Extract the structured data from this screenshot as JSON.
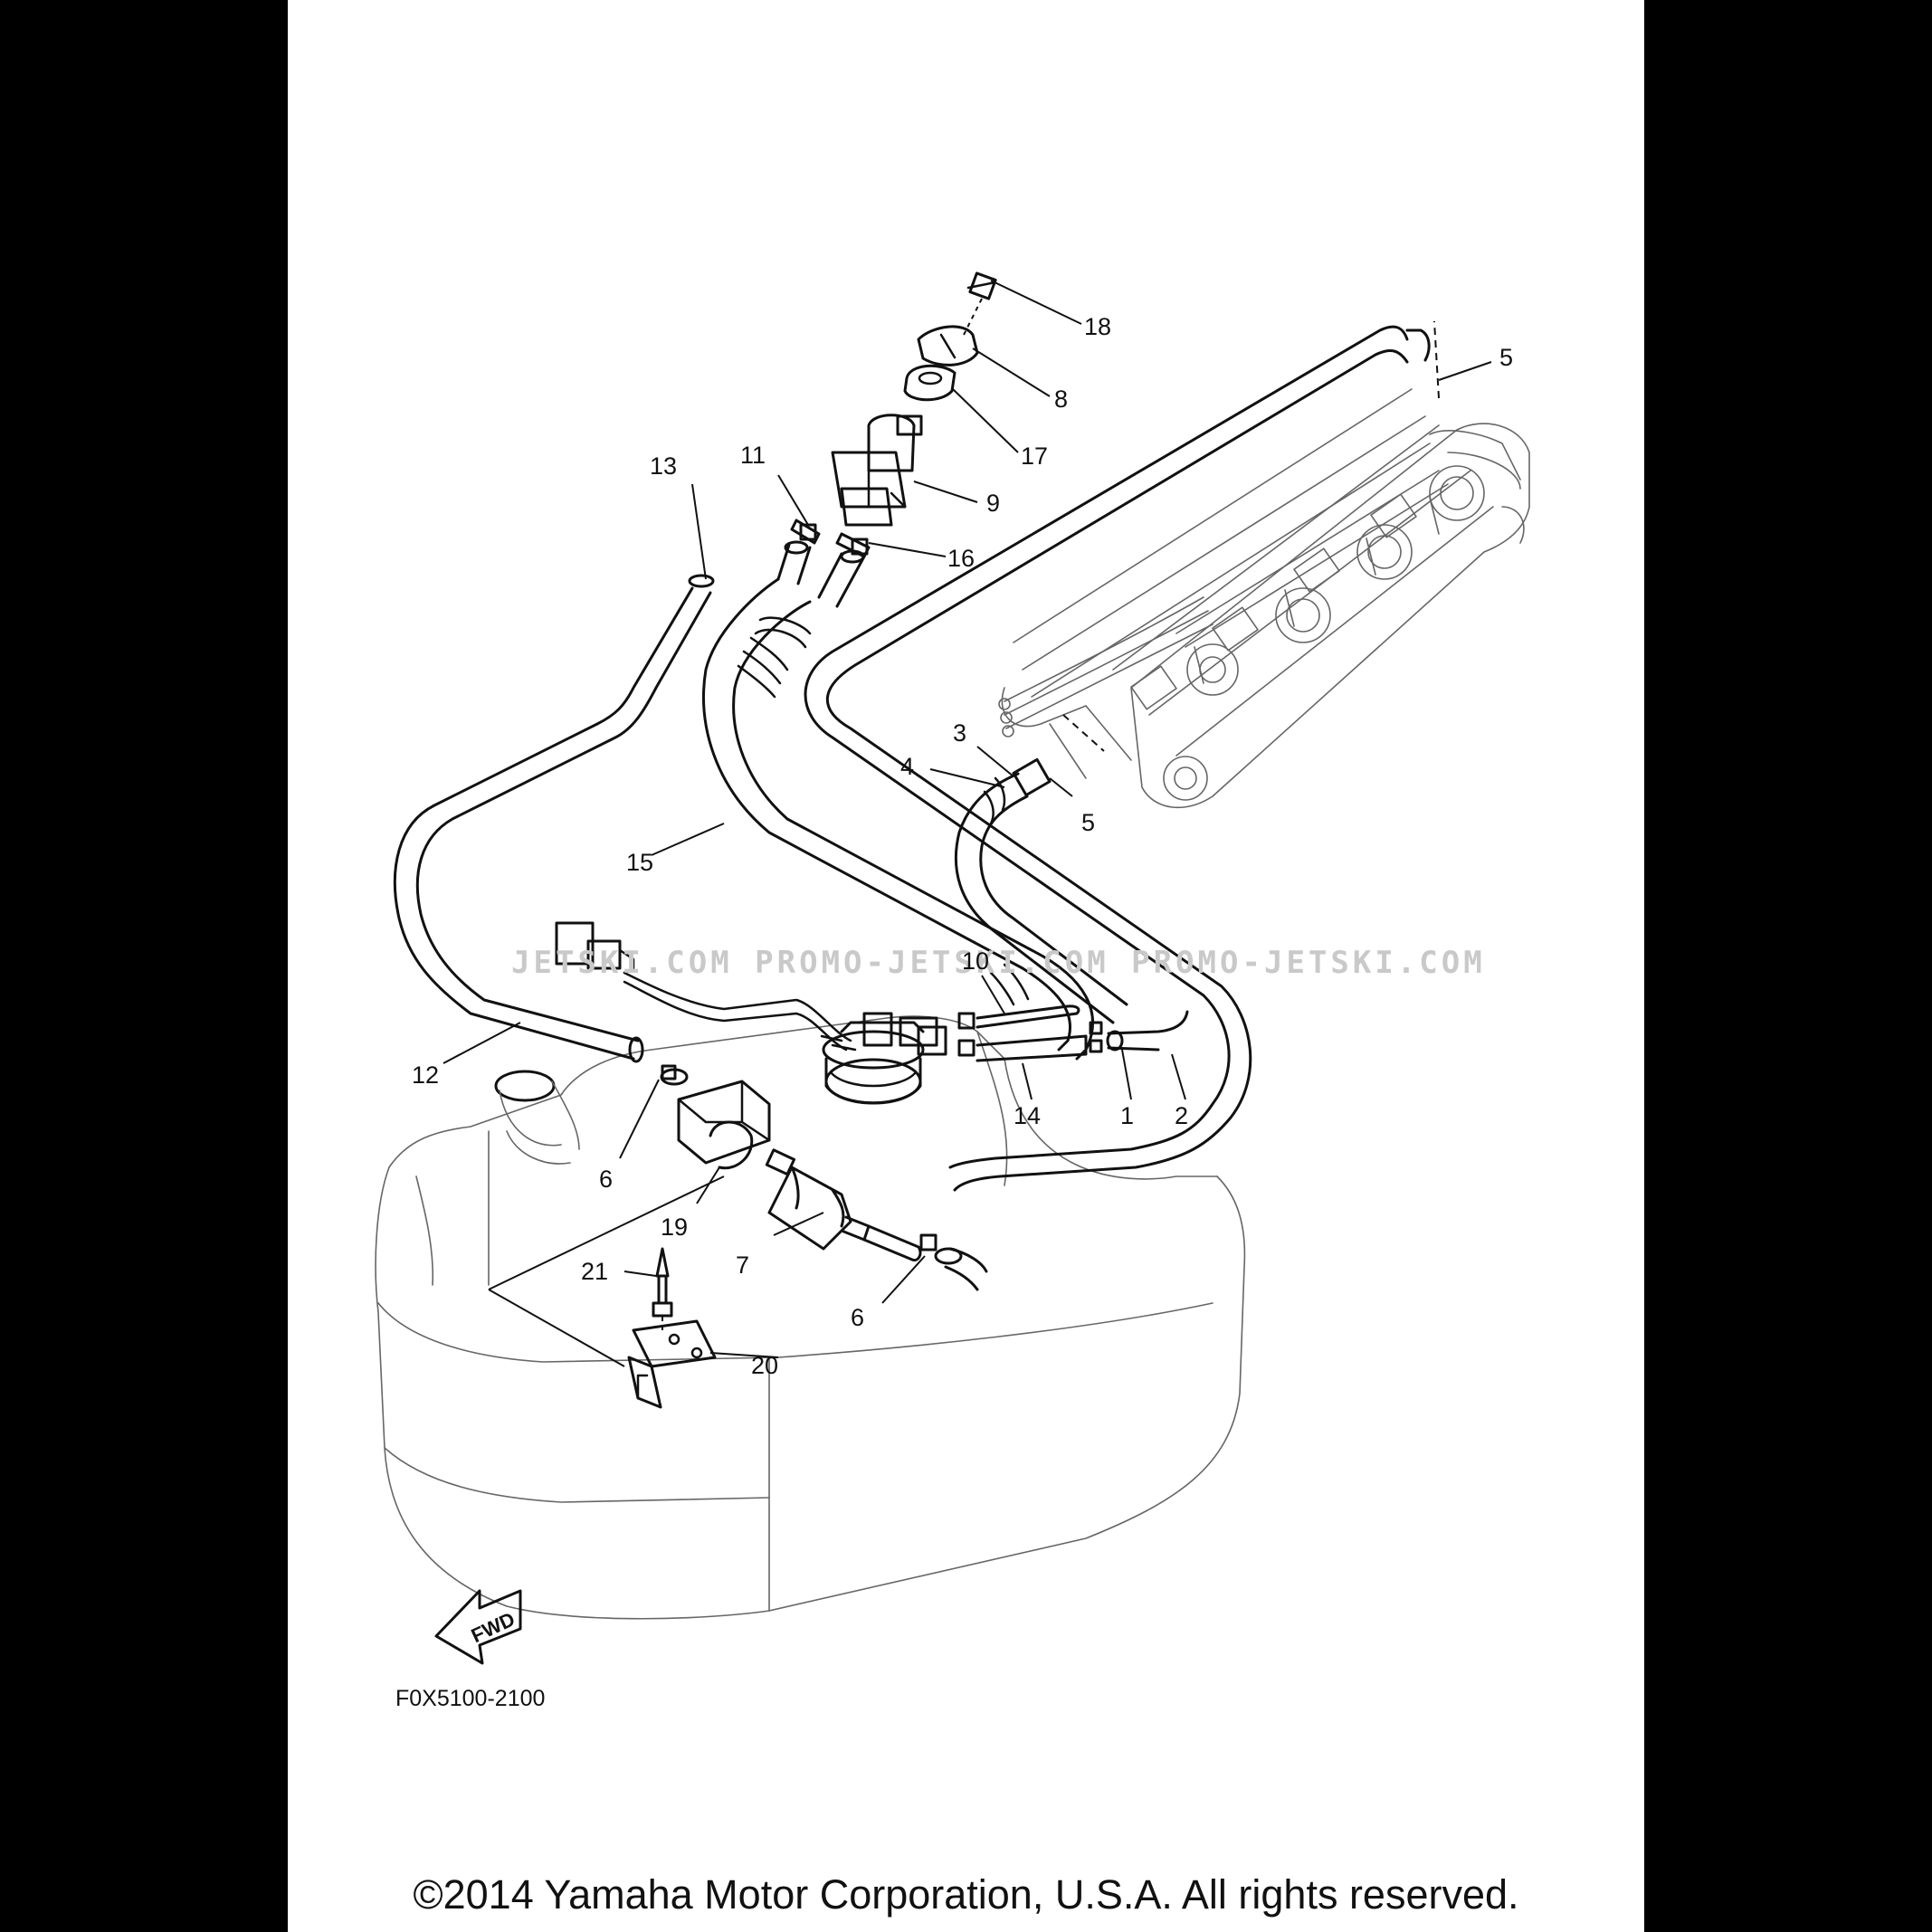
{
  "callouts": [
    {
      "id": "18",
      "label": "18"
    },
    {
      "id": "8",
      "label": "8"
    },
    {
      "id": "17",
      "label": "17"
    },
    {
      "id": "5a",
      "label": "5"
    },
    {
      "id": "9",
      "label": "9"
    },
    {
      "id": "11",
      "label": "11"
    },
    {
      "id": "13",
      "label": "13"
    },
    {
      "id": "16",
      "label": "16"
    },
    {
      "id": "3",
      "label": "3"
    },
    {
      "id": "4",
      "label": "4"
    },
    {
      "id": "5b",
      "label": "5"
    },
    {
      "id": "15",
      "label": "15"
    },
    {
      "id": "10",
      "label": "10"
    },
    {
      "id": "12",
      "label": "12"
    },
    {
      "id": "14",
      "label": "14"
    },
    {
      "id": "1",
      "label": "1"
    },
    {
      "id": "2",
      "label": "2"
    },
    {
      "id": "6a",
      "label": "6"
    },
    {
      "id": "19",
      "label": "19"
    },
    {
      "id": "7",
      "label": "7"
    },
    {
      "id": "21",
      "label": "21"
    },
    {
      "id": "6b",
      "label": "6"
    },
    {
      "id": "20",
      "label": "20"
    }
  ],
  "fwd_label": "FWD",
  "ref_code": "F0X5100-2100",
  "watermark": "JETSKI.COM  PROMO-JETSKI.COM  PROMO-JETSKI.COM",
  "copyright": "©2014 Yamaha Motor Corporation, U.S.A. All rights reserved.",
  "colors": {
    "ink": "#111111",
    "paper": "#ffffff",
    "background": "#000000",
    "watermark": "#c9c9c9"
  }
}
